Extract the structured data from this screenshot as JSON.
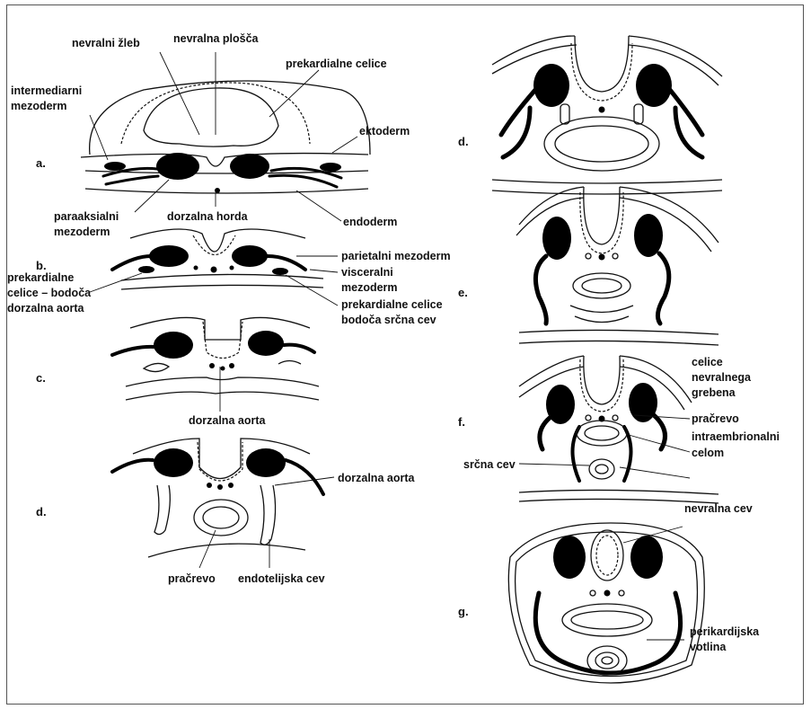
{
  "stages": [
    "a.",
    "b.",
    "c.",
    "d.",
    "d.",
    "e.",
    "f.",
    "g."
  ],
  "labels": {
    "nevralni_zleb": "nevralni žleb",
    "nevralna_plosca": "nevralna plošča",
    "prekardialne_celice": "prekardialne celice",
    "intermediarni": "intermediarni",
    "mezoderm": "mezoderm",
    "ektoderm": "ektoderm",
    "paraaksialni": "paraaksialni",
    "dorzalna_horda": "dorzalna horda",
    "endoderm": "endoderm",
    "parietalni_mezoderm": "parietalni mezoderm",
    "visceralni": "visceralni",
    "prekardialne": "prekardialne",
    "celice_bodoca": "celice – bodoča",
    "dorzalna_aorta": "dorzalna aorta",
    "prekardialne_celice_b": "prekardialne celice",
    "bodoca_srcna_cev": "bodoča srčna cev",
    "pracrevo": "pračrevo",
    "endotelijska_cev": "endotelijska cev",
    "celice": "celice",
    "nevralnega": "nevralnega",
    "grebena": "grebena",
    "intraembrionalni": "intraembrionalni",
    "celom": "celom",
    "srcna_cev": "srčna cev",
    "nevralna_cev": "nevralna cev",
    "perikardijska": "perikardijska",
    "votlina": "votlina"
  }
}
